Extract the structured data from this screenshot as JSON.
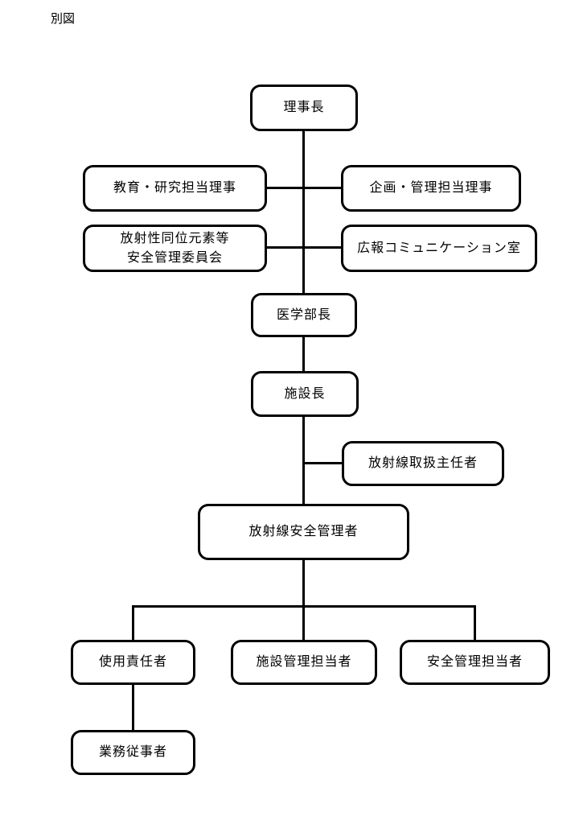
{
  "caption": "別図",
  "chart": {
    "nodes": {
      "president": {
        "label": "理事長"
      },
      "edu_director": {
        "label": "教育・研究担当理事"
      },
      "planning_director": {
        "label": "企画・管理担当理事"
      },
      "ri_committee": {
        "label_line1": "放射性同位元素等",
        "label_line2": "安全管理委員会"
      },
      "pr_office": {
        "label": "広報コミュニケーション室"
      },
      "medical_dean": {
        "label": "医学部長"
      },
      "facility_head": {
        "label": "施設長"
      },
      "radiation_chief": {
        "label": "放射線取扱主任者"
      },
      "radiation_safety_mgr": {
        "label": "放射線安全管理者"
      },
      "use_responsible": {
        "label": "使用責任者"
      },
      "facility_mgmt_staff": {
        "label": "施設管理担当者"
      },
      "safety_mgmt_staff": {
        "label": "安全管理担当者"
      },
      "workers": {
        "label": "業務従事者"
      }
    },
    "line_color": "#000000",
    "box_border_color": "#000000",
    "background_color": "#ffffff"
  }
}
